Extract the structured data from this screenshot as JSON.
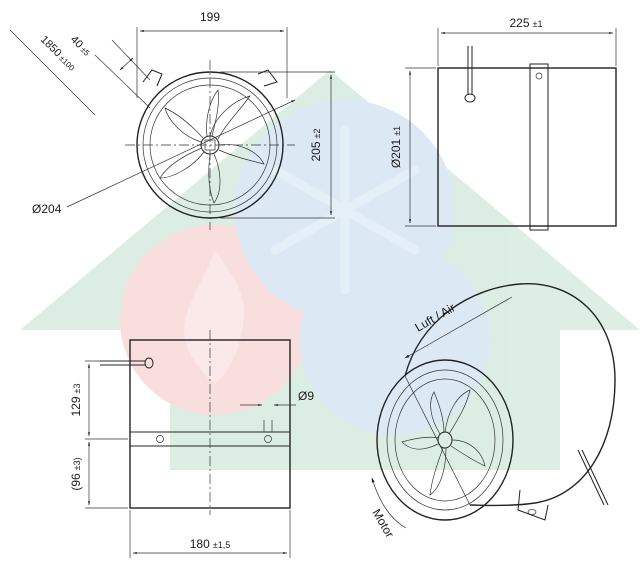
{
  "drawing": {
    "front_view": {
      "width_dim": "199",
      "height_dim": "205",
      "height_tol": "±2",
      "diameter_dim": "204",
      "lead_offset_dim": "40",
      "lead_offset_tol": "±5",
      "cable_len_dim": "1850",
      "cable_len_tol": "±100"
    },
    "side_view": {
      "length_dim": "225",
      "length_tol": "±1",
      "diameter_dim": "201",
      "diameter_tol": "±1"
    },
    "bottom_view": {
      "upper_dim": "129",
      "upper_tol": "±3",
      "lower_dim": "(96",
      "lower_tol": "±3)",
      "hole_dim": "9",
      "width_dim": "180",
      "width_tol": "±1,5"
    },
    "iso_view": {
      "airflow_label": "Luft / Air",
      "motor_label": "Motor"
    },
    "symbols": {
      "diameter": "Ø"
    }
  },
  "colors": {
    "line": "#222222",
    "watermark_green": "#2e9a55",
    "watermark_red": "#e03a3a",
    "watermark_blue": "#2f7cc4"
  }
}
